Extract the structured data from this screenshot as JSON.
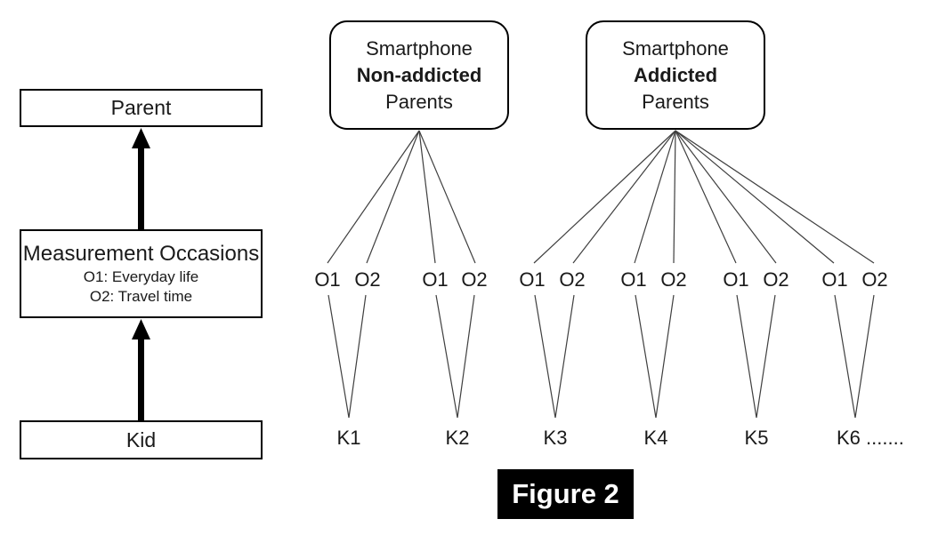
{
  "caption": {
    "text": "Figure 2"
  },
  "left_panel": {
    "parent_box": "Parent",
    "measurement_box": {
      "title": "Measurement Occasions",
      "occasion_definitions": [
        "O1: Everyday life",
        "O2: Travel time"
      ]
    },
    "kid_box": "Kid"
  },
  "groups": [
    {
      "line1": "Smartphone",
      "line2": "Non-addicted",
      "line3": "Parents"
    },
    {
      "line1": "Smartphone",
      "line2": "Addicted",
      "line3": "Parents"
    }
  ],
  "occasion_labels": [
    "O1",
    "O2",
    "O1",
    "O2",
    "O1",
    "O2",
    "O1",
    "O2",
    "O1",
    "O2",
    "O1",
    "O2"
  ],
  "kid_labels": [
    "K1",
    "K2",
    "K3",
    "K4",
    "K5",
    "K6 ......."
  ],
  "colors": {
    "background": "#ffffff",
    "box_border": "#000000",
    "connector_line": "#3f3f3f",
    "arrow": "#000000",
    "caption_bg": "#000000",
    "caption_text": "#ffffff"
  }
}
